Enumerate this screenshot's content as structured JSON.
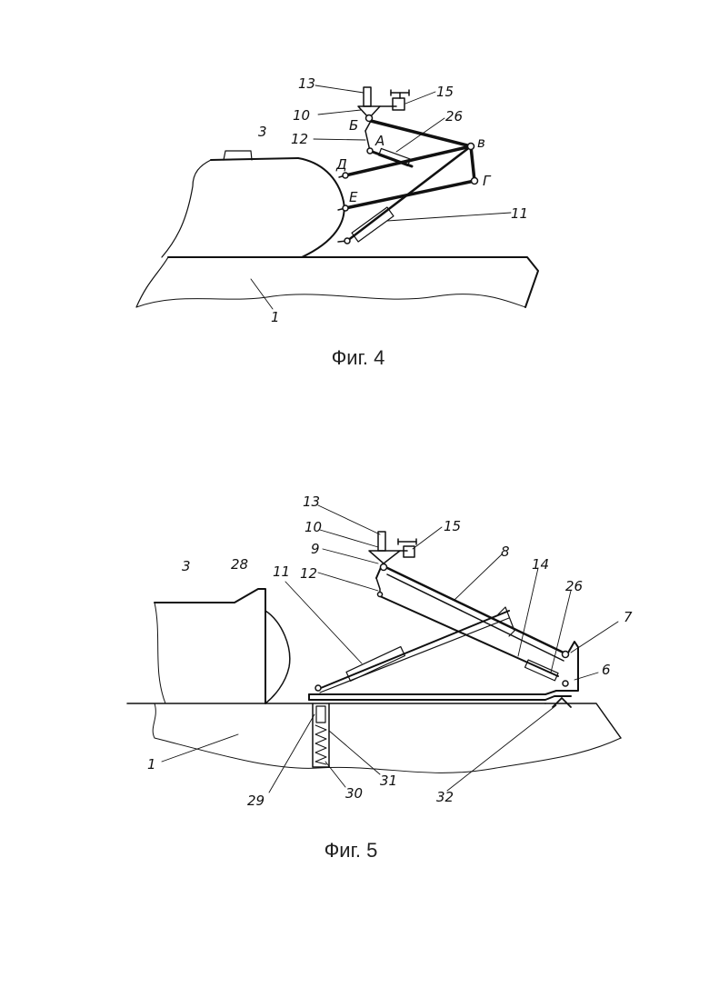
{
  "figure4": {
    "caption": "Фиг. 4",
    "labels": {
      "l13": "13",
      "l15": "15",
      "l10": "10",
      "l26": "26",
      "lB": "Б",
      "l12": "12",
      "lA": "А",
      "lV": "в",
      "l3": "3",
      "lD": "Д",
      "lG": "Г",
      "lE": "Е",
      "l11": "11",
      "l1": "1"
    }
  },
  "figure5": {
    "caption": "Фиг. 5",
    "labels": {
      "l13": "13",
      "l10": "10",
      "l15": "15",
      "l9": "9",
      "l8": "8",
      "l3": "3",
      "l28": "28",
      "l11": "11",
      "l14": "14",
      "l26": "26",
      "l12": "12",
      "l7": "7",
      "l6": "6",
      "l1": "1",
      "l29": "29",
      "l30": "30",
      "l31": "31",
      "l32": "32"
    }
  }
}
